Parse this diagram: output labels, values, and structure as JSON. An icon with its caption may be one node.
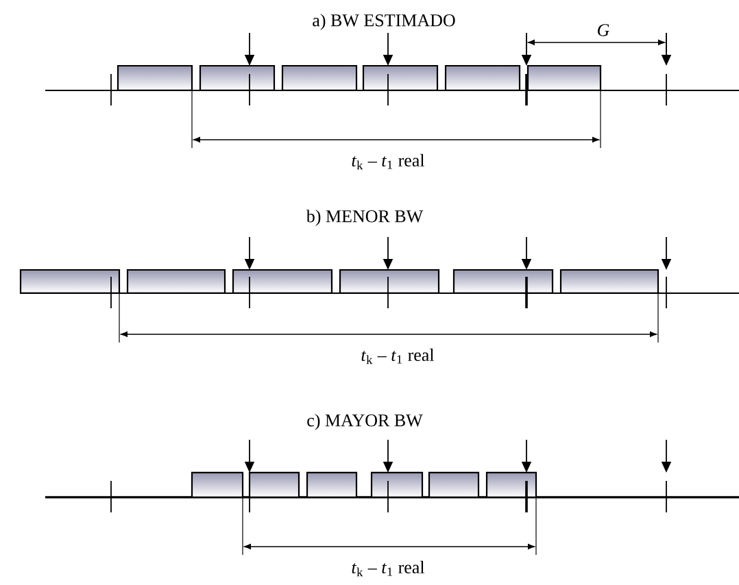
{
  "diagram": {
    "labels": [
      "a) BW ESTIMADO",
      "*G*",
      "*t*$_{k}$ – *t*$_{1}$ real",
      "b) MENOR BW",
      "*t*$_{k}$ – *t*$_{1}$ real",
      "c) MAYOR BW",
      "*t*$_{k}$ – *t*$_{1}$ real"
    ]
  }
}
